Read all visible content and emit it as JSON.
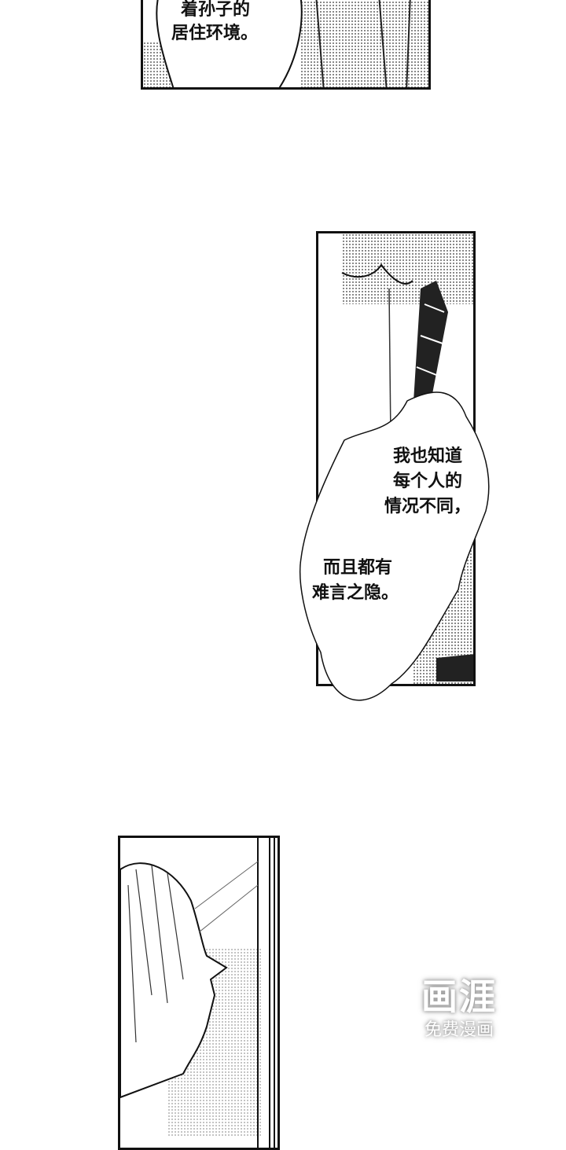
{
  "panels": [
    {
      "lines": [
        "着孙子的",
        "居住环境。"
      ]
    },
    {
      "bubble1": [
        "我也知道",
        "每个人的",
        "情况不同，"
      ],
      "bubble2": [
        "而且都有",
        "难言之隐。"
      ]
    },
    {
      "lines": []
    }
  ],
  "watermark": {
    "logo": "画涯",
    "subtitle": "免费漫画"
  }
}
